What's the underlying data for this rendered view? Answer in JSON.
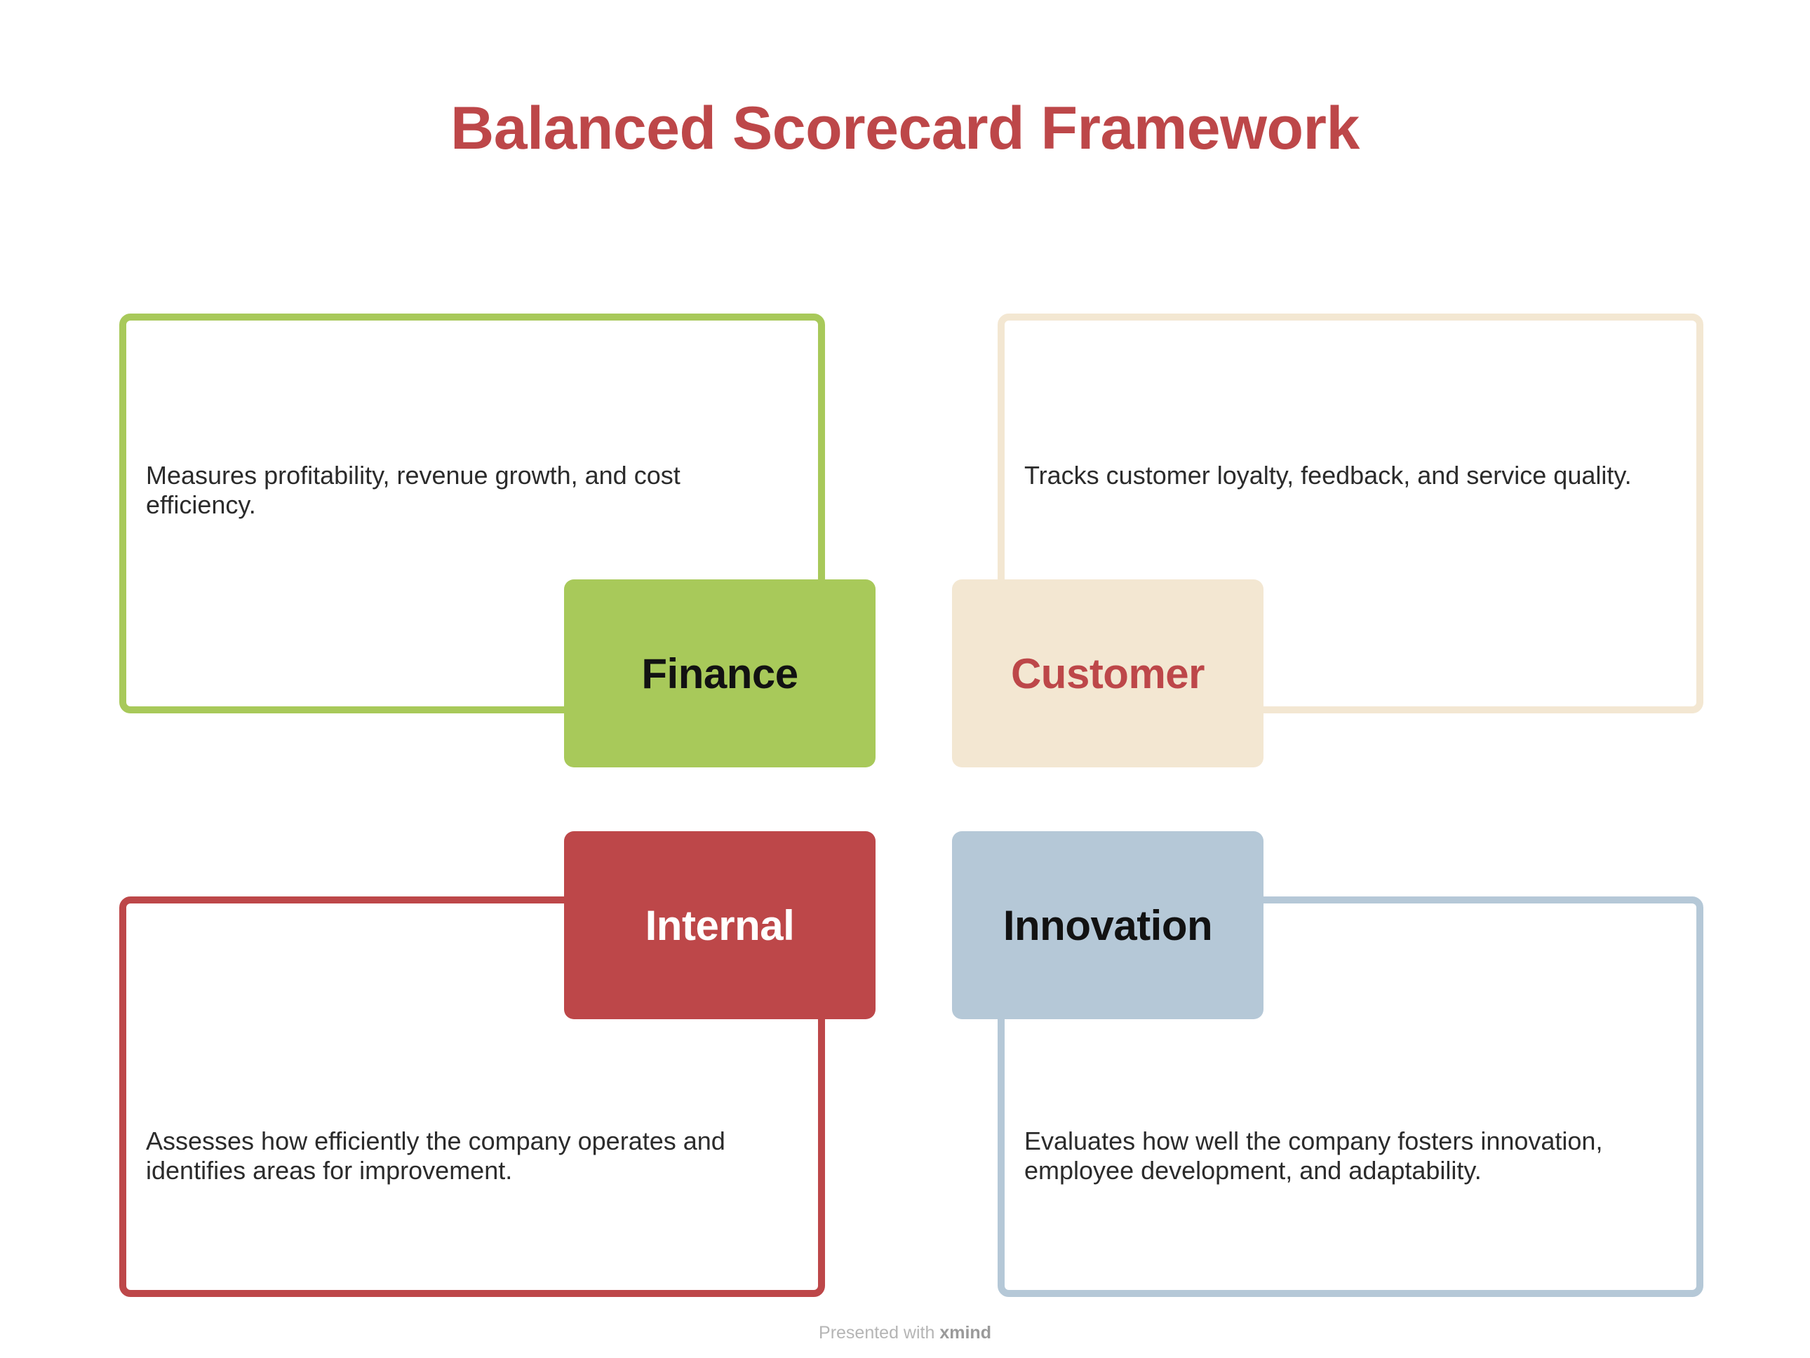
{
  "title": "Balanced Scorecard Framework",
  "colors": {
    "title": "#bd4749",
    "finance": "#a8c95a",
    "customer": "#f3e7d2",
    "internal": "#bd4749",
    "innovation": "#b5c8d7",
    "customer_label": "#bd4749",
    "dark_label": "#121212",
    "light_label": "#ffffff"
  },
  "quadrants": {
    "finance": {
      "label": "Finance",
      "description": "Measures profitability, revenue growth, and cost efficiency."
    },
    "customer": {
      "label": "Customer",
      "description": "Tracks customer loyalty, feedback, and service quality."
    },
    "internal": {
      "label": "Internal",
      "description": "Assesses how efficiently the company operates and identifies areas for improvement."
    },
    "innovation": {
      "label": "Innovation",
      "description": "Evaluates how well the company fosters innovation, employee development, and adaptability."
    }
  },
  "footer": {
    "prefix": "Presented with",
    "brand": "xmind"
  }
}
